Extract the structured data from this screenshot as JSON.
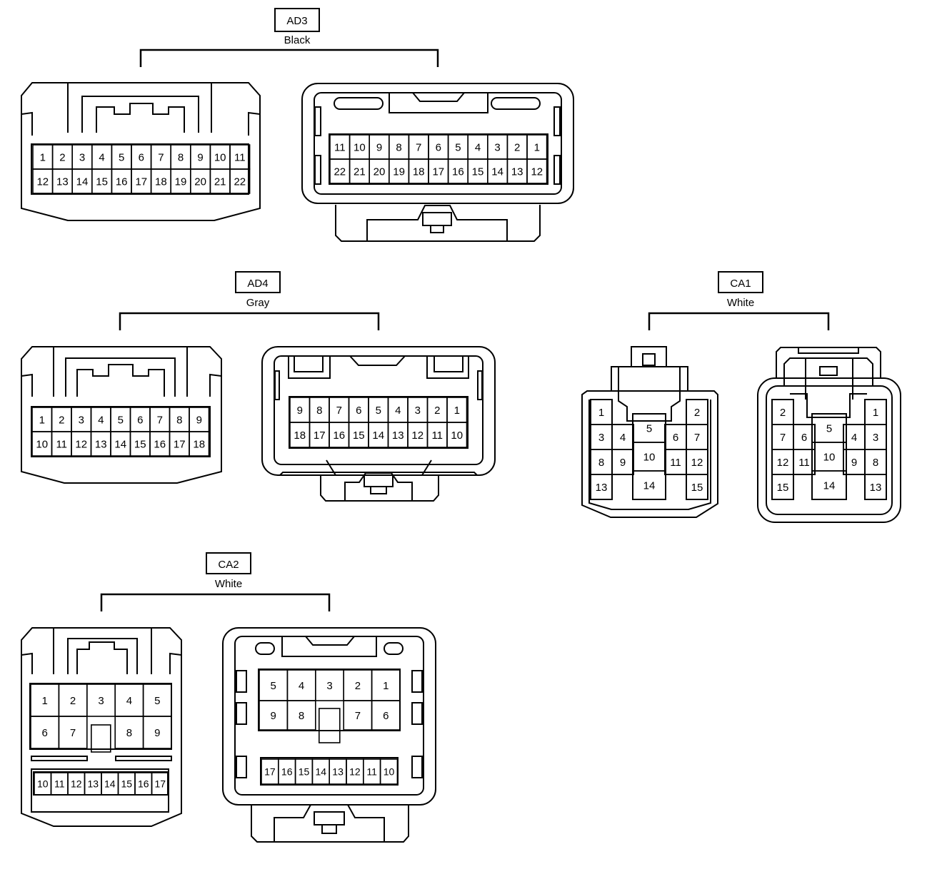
{
  "connectors": {
    "ad3": {
      "name": "AD3",
      "color": "Black",
      "male_rows": [
        [
          "1",
          "2",
          "3",
          "4",
          "5",
          "6",
          "7",
          "8",
          "9",
          "10",
          "11"
        ],
        [
          "12",
          "13",
          "14",
          "15",
          "16",
          "17",
          "18",
          "19",
          "20",
          "21",
          "22"
        ]
      ],
      "female_rows": [
        [
          "11",
          "10",
          "9",
          "8",
          "7",
          "6",
          "5",
          "4",
          "3",
          "2",
          "1"
        ],
        [
          "22",
          "21",
          "20",
          "19",
          "18",
          "17",
          "16",
          "15",
          "14",
          "13",
          "12"
        ]
      ]
    },
    "ad4": {
      "name": "AD4",
      "color": "Gray",
      "male_rows": [
        [
          "1",
          "2",
          "3",
          "4",
          "5",
          "6",
          "7",
          "8",
          "9"
        ],
        [
          "10",
          "11",
          "12",
          "13",
          "14",
          "15",
          "16",
          "17",
          "18"
        ]
      ],
      "female_rows": [
        [
          "9",
          "8",
          "7",
          "6",
          "5",
          "4",
          "3",
          "2",
          "1"
        ],
        [
          "18",
          "17",
          "16",
          "15",
          "14",
          "13",
          "12",
          "11",
          "10"
        ]
      ]
    },
    "ca1": {
      "name": "CA1",
      "color": "White",
      "male_pins": [
        "1",
        "2",
        "3",
        "4",
        "5",
        "6",
        "7",
        "8",
        "9",
        "10",
        "11",
        "12",
        "13",
        "14",
        "15"
      ],
      "female_pins": [
        "2",
        "1",
        "7",
        "6",
        "4",
        "3",
        "5",
        "10",
        "12",
        "11",
        "9",
        "8",
        "15",
        "14",
        "13"
      ]
    },
    "ca2": {
      "name": "CA2",
      "color": "White",
      "male_rows": [
        [
          "1",
          "2",
          "3",
          "4",
          "5"
        ],
        [
          "6",
          "7",
          "8",
          "9"
        ],
        [
          "10",
          "11",
          "12",
          "13",
          "14",
          "15",
          "16",
          "17"
        ]
      ],
      "female_rows": [
        [
          "5",
          "4",
          "3",
          "2",
          "1"
        ],
        [
          "9",
          "8",
          "7",
          "6"
        ],
        [
          "17",
          "16",
          "15",
          "14",
          "13",
          "12",
          "11",
          "10"
        ]
      ]
    }
  }
}
